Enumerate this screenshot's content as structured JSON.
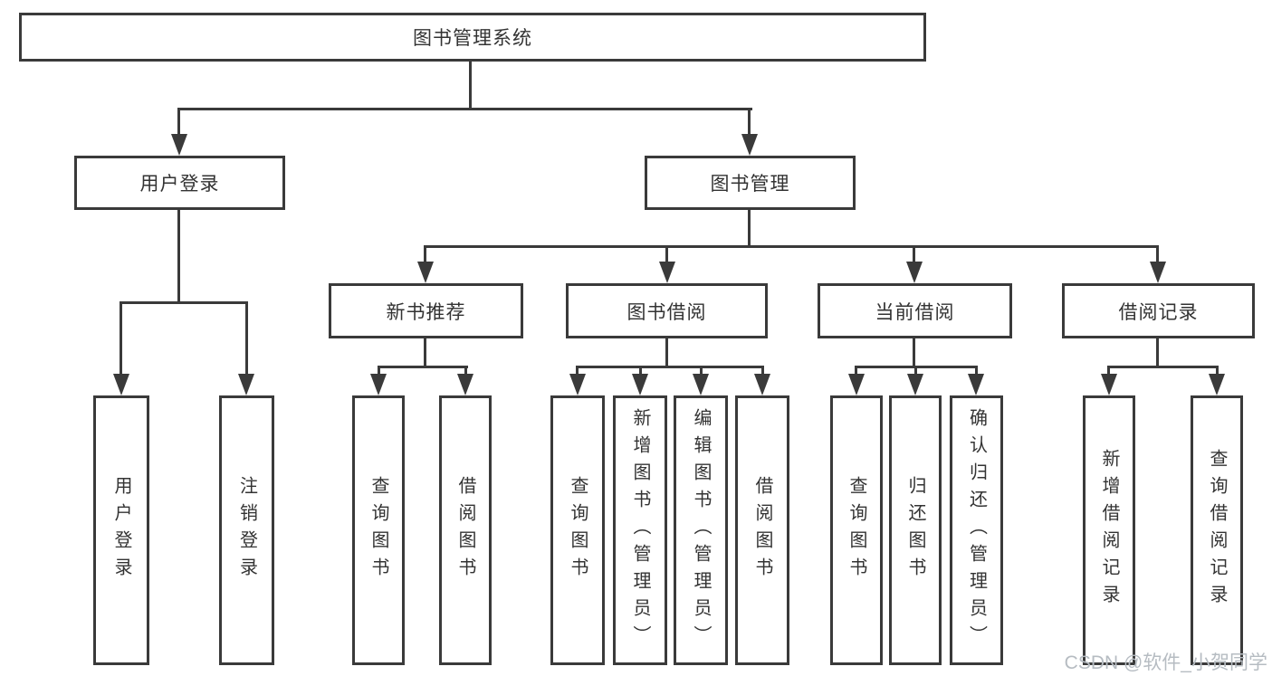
{
  "colors": {
    "line": "#3a3a3a",
    "text": "#333333",
    "bg": "#ffffff",
    "watermark": "#b6bcc2"
  },
  "watermark": {
    "text": "CSDN @软件_小贺同学"
  },
  "diagram": {
    "root": {
      "label": "图书管理系统"
    },
    "branches": [
      {
        "label": "用户登录",
        "leaves": [
          {
            "label": "用户登录"
          },
          {
            "label": "注销登录"
          }
        ]
      },
      {
        "label": "图书管理",
        "groups": [
          {
            "label": "新书推荐",
            "leaves": [
              {
                "label": "查询图书"
              },
              {
                "label": "借阅图书"
              }
            ]
          },
          {
            "label": "图书借阅",
            "leaves": [
              {
                "label": "查询图书"
              },
              {
                "label": "新增图书（管理员）"
              },
              {
                "label": "编辑图书（管理员）"
              },
              {
                "label": "借阅图书"
              }
            ]
          },
          {
            "label": "当前借阅",
            "leaves": [
              {
                "label": "查询图书"
              },
              {
                "label": "归还图书"
              },
              {
                "label": "确认归还（管理员）"
              }
            ]
          },
          {
            "label": "借阅记录",
            "leaves": [
              {
                "label": "新增借阅记录"
              },
              {
                "label": "查询借阅记录"
              }
            ]
          }
        ]
      }
    ]
  }
}
